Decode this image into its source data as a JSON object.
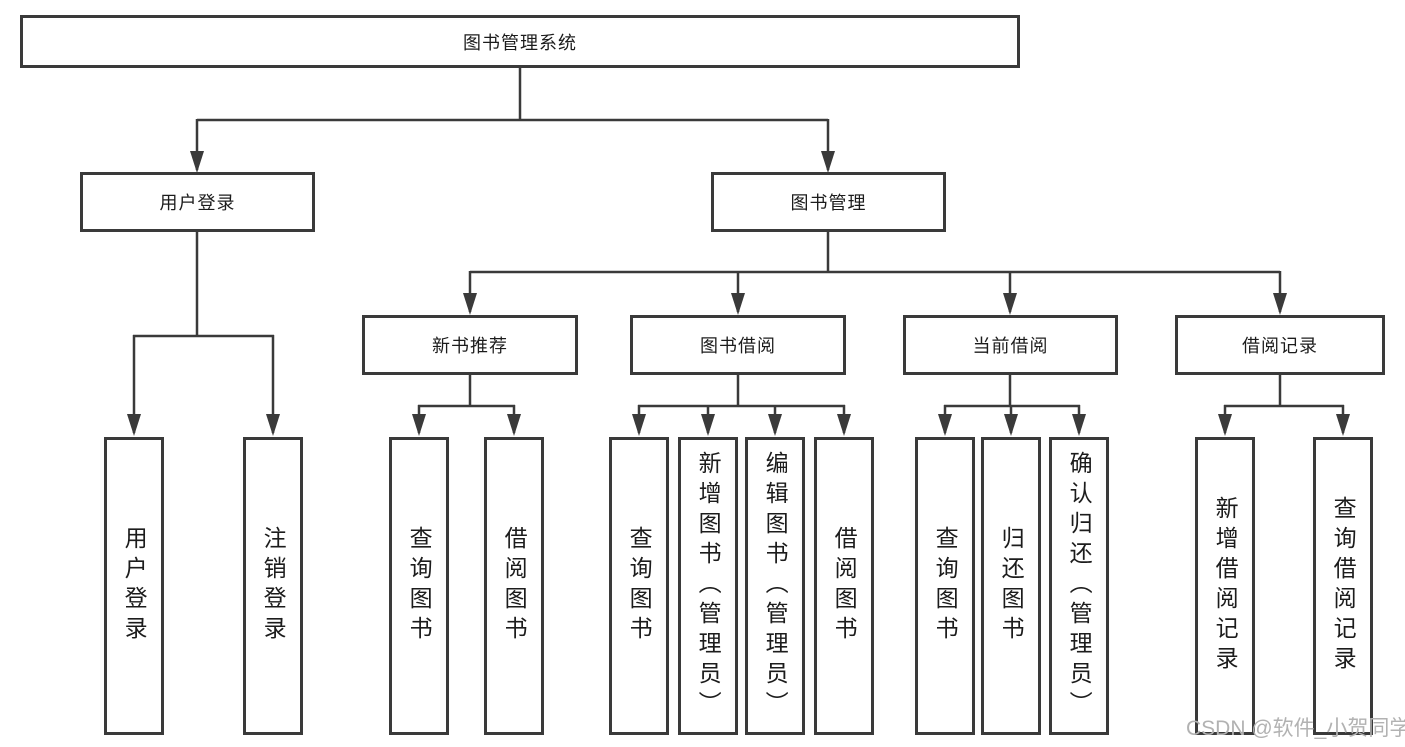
{
  "colors": {
    "line": "#3a3a3a",
    "text": "#1c1c1c",
    "watermark_gray": "#b2b2b2",
    "background": "#ffffff"
  },
  "watermark": {
    "text": "CSDN @软件_小贺同学"
  },
  "tree": {
    "root": "图书管理系统",
    "branches": [
      {
        "label": "用户登录",
        "leaves": [
          "用户登录",
          "注销登录"
        ]
      },
      {
        "label": "图书管理",
        "groups": [
          {
            "label": "新书推荐",
            "leaves": [
              "查询图书",
              "借阅图书"
            ]
          },
          {
            "label": "图书借阅",
            "leaves": [
              "查询图书",
              "新增图书（管理员）",
              "编辑图书（管理员）",
              "借阅图书"
            ]
          },
          {
            "label": "当前借阅",
            "leaves": [
              "查询图书",
              "归还图书",
              "确认归还（管理员）"
            ]
          },
          {
            "label": "借阅记录",
            "leaves": [
              "新增借阅记录",
              "查询借阅记录"
            ]
          }
        ]
      }
    ]
  }
}
